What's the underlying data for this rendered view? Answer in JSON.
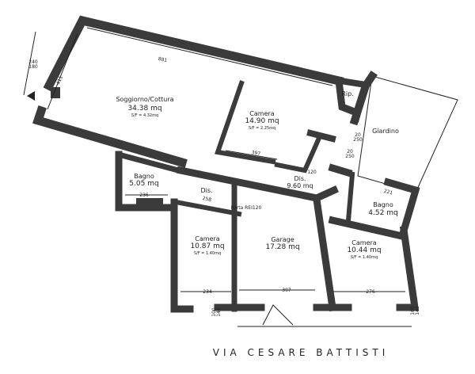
{
  "rooms": {
    "soggiorno": {
      "name": "Soggiorno/Cottura",
      "area": "34.38 mq",
      "sf": "S/F = 4.32mq"
    },
    "camera_top": {
      "name": "Camera",
      "area": "14.90 mq",
      "sf": "S/F = 2.25mq"
    },
    "ripostiglio": {
      "name": "Rip."
    },
    "giardino": {
      "name": "Giardino"
    },
    "bagno_left": {
      "name": "Bagno",
      "area": "5.05 mq"
    },
    "dis_small": {
      "name": "Dis."
    },
    "dis_large": {
      "name": "Dis.",
      "area": "9.60 mq"
    },
    "bagno_right": {
      "name": "Bagno",
      "area": "4.52 mq"
    },
    "camera_left": {
      "name": "Camera",
      "area": "10.87 mq",
      "sf": "S/F = 1.40mq"
    },
    "garage": {
      "name": "Garage",
      "area": "17.28 mq"
    },
    "camera_right": {
      "name": "Camera",
      "area": "10.44 mq",
      "sf": "S/F = 1.40mq"
    }
  },
  "annotations": {
    "porta": "Porta REI120",
    "window_left_top": "240",
    "window_left_bottom": "180",
    "window_bottom_mid_top": "100",
    "window_bottom_mid_bottom": "140",
    "window_bottom_right_top": "100",
    "window_bottom_right_bottom": "140",
    "garden_door1_top": "20",
    "garden_door1_bottom": "250",
    "garden_door2_top": "20",
    "garden_door2_bottom": "250",
    "dim_soggiorno_len": "881",
    "dim_soggiorno_w": "411",
    "dim_camera_w": "397",
    "dim_dis": "120",
    "dim_bagno_left": "236",
    "dim_dis_small": "258",
    "dim_camera_left": "234",
    "dim_garage": "397",
    "dim_camera_right": "276",
    "dim_bagno_right": "221"
  },
  "street": "VIA CESARE BATTISTI",
  "colors": {
    "wall": "#3b3b3b",
    "line": "#222222"
  }
}
